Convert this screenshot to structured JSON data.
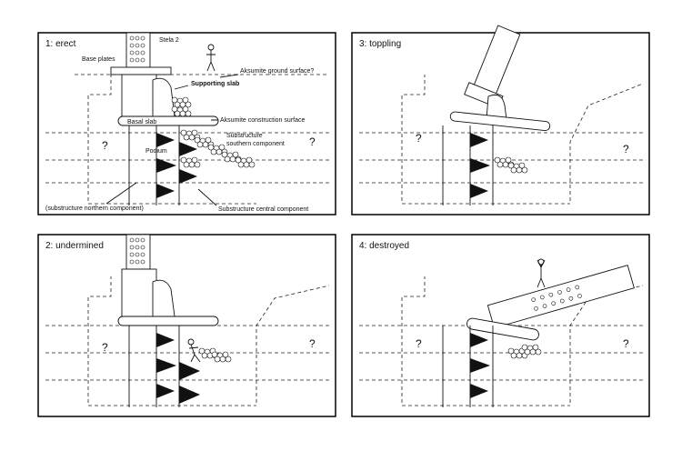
{
  "panels": [
    {
      "title": "1: erect",
      "labels": {
        "stela": "Stela 2",
        "base_plates": "Base plates",
        "ground": "Aksumite ground surface?",
        "supporting_slab": "Supporting slab",
        "basal_slab": "Basal slab",
        "construction": "Aksumite construction surface",
        "substructure_south": "Substructure",
        "substructure_south2": "southern component",
        "podium": "Podium",
        "substructure_north": "(substructure northern component)",
        "substructure_central": "Substructure central component",
        "q1": "?",
        "q2": "?"
      }
    },
    {
      "title": "3: toppling",
      "labels": {
        "q1": "?",
        "q2": "?"
      }
    },
    {
      "title": "2: undermined",
      "labels": {
        "q1": "?",
        "q2": "?"
      }
    },
    {
      "title": "4: destroyed",
      "labels": {
        "q1": "?",
        "q2": "?"
      }
    }
  ]
}
